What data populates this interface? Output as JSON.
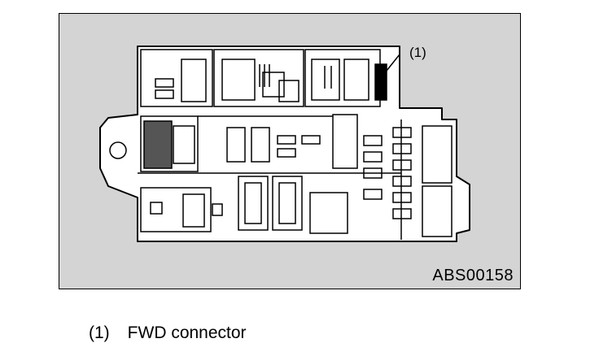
{
  "figure": {
    "code": "ABS00158",
    "callout_label": "(1)"
  },
  "legend": {
    "items": [
      {
        "number": "(1)",
        "label": "FWD connector"
      }
    ]
  }
}
